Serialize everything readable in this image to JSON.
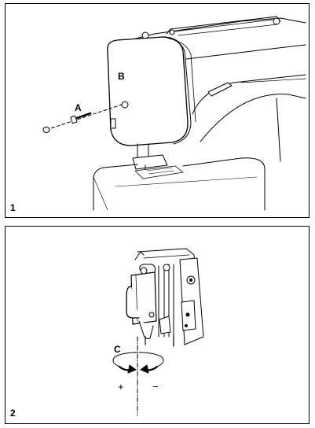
{
  "figure1": {
    "number": "1",
    "label_screw": "A",
    "label_cover": "B"
  },
  "figure2": {
    "number": "2",
    "label_screw": "C",
    "sign_left": "+",
    "sign_right": "−"
  }
}
